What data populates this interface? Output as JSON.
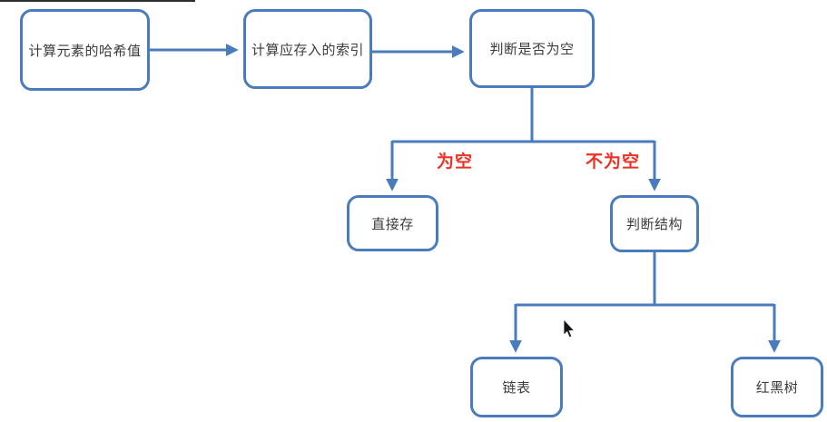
{
  "diagram": {
    "type": "flowchart",
    "nodes": {
      "hash": {
        "label": "计算元素的哈希值"
      },
      "index": {
        "label": "计算应存入的索引"
      },
      "check_empty": {
        "label": "判断是否为空"
      },
      "store_direct": {
        "label": "直接存"
      },
      "check_structure": {
        "label": "判断结构"
      },
      "linked_list": {
        "label": "链表"
      },
      "red_black_tree": {
        "label": "红黑树"
      }
    },
    "branch_labels": {
      "empty": "为空",
      "not_empty": "不为空"
    },
    "edges": [
      {
        "from": "hash",
        "to": "index",
        "label": ""
      },
      {
        "from": "index",
        "to": "check_empty",
        "label": ""
      },
      {
        "from": "check_empty",
        "to": "store_direct",
        "label": "为空"
      },
      {
        "from": "check_empty",
        "to": "check_structure",
        "label": "不为空"
      },
      {
        "from": "check_structure",
        "to": "linked_list",
        "label": ""
      },
      {
        "from": "check_structure",
        "to": "red_black_tree",
        "label": ""
      }
    ],
    "colors": {
      "connector_blue": "#4a7bbd",
      "branch_label_red": "#ee3124",
      "node_text": "#3b3b3b",
      "node_fill": "#ffffff",
      "background": "#ffffff"
    },
    "icons": {
      "cursor": "mouse-pointer"
    }
  }
}
